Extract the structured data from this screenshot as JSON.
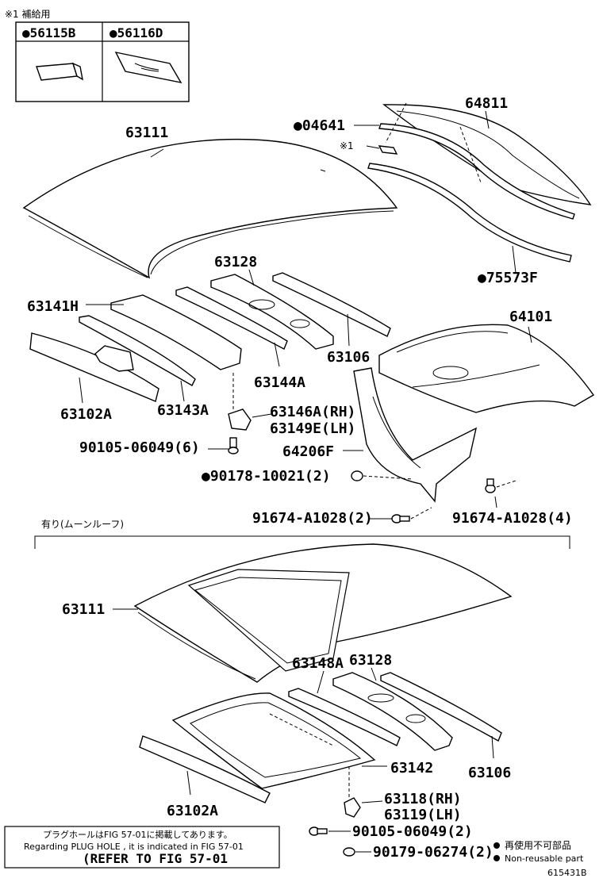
{
  "supply_note": "※1 補給用",
  "supply_table": {
    "col1": "●56115B",
    "col2": "●56116D"
  },
  "upper": {
    "labels": {
      "roof_panel": "63111",
      "clip": "●04641",
      "clip_note": "※1",
      "back_glass": "64811",
      "weatherstrip": "●75573F",
      "reinf_63128": "63128",
      "bow_63141H": "63141H",
      "rail_63106": "63106",
      "pan_64101": "64101",
      "header_63102A": "63102A",
      "bow_63143A": "63143A",
      "bow_63144A": "63144A",
      "bracket_rh": "63146A(RH)",
      "bracket_lh": "63149E(LH)",
      "bolt_90105": "90105-06049(6)",
      "support_64206F": "64206F",
      "nut_90178": "●90178-10021(2)",
      "bolt_91674_2": "91674-A1028(2)",
      "bolt_91674_4": "91674-A1028(4)"
    }
  },
  "moonroof_caption": "有り(ムーンルーフ)",
  "lower": {
    "labels": {
      "roof_panel": "63111",
      "reinf_63148A": "63148A",
      "reinf_63128": "63128",
      "reinf_63142": "63142",
      "rail_63106": "63106",
      "header_63102A": "63102A",
      "bracket_rh": "63118(RH)",
      "bracket_lh": "63119(LH)",
      "bolt_90105": "90105-06049(2)",
      "nut_90179": "90179-06274(2)"
    }
  },
  "notice": {
    "line_jp": "プラグホールはFIG 57-01に掲載してあります。",
    "line_en": "Regarding  PLUG  HOLE , it is indicated in  FIG  57-01",
    "line_ref": "(REFER TO FIG 57-01"
  },
  "legend": {
    "item1_jp": "再使用不可部品",
    "item2_en": "Non-reusable part"
  },
  "figure_id": "615431B"
}
